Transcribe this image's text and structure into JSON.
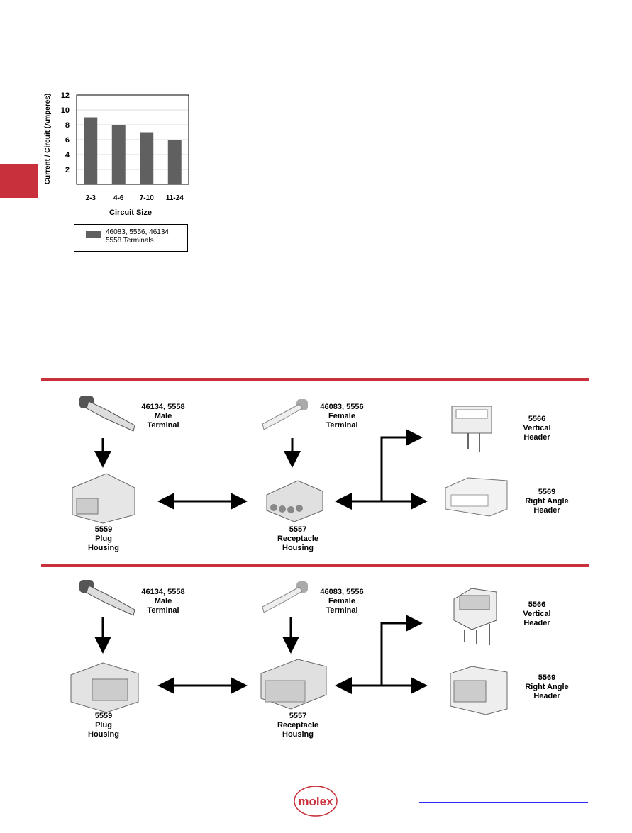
{
  "chart_data": {
    "type": "bar",
    "ylabel": "Current / Circuit (Amperes)",
    "xlabel": "Circuit Size",
    "categories": [
      "2-3",
      "4-6",
      "7-10",
      "11-24"
    ],
    "values": [
      9.0,
      8.0,
      7.0,
      6.0
    ],
    "ylim": [
      0,
      12
    ],
    "yticks": [
      2,
      4,
      6,
      8,
      10,
      12
    ],
    "grid": true,
    "bar_color": "#606060",
    "legend": {
      "placement": "below",
      "entries": [
        "46083, 5556, 46134,\n5558 Terminals"
      ]
    }
  },
  "colors": {
    "accent": "#c8303b",
    "link": "#2a2aff"
  },
  "diagram1": {
    "male_terminal": "46134, 5558\nMale\nTerminal",
    "female_terminal": "46083, 5556\nFemale\nTerminal",
    "vertical_header": "5566\nVertical\nHeader",
    "plug_housing": "5559\nPlug\nHousing",
    "receptacle_housing": "5557\nReceptacle\nHousing",
    "right_angle_header": "5569\nRight Angle\nHeader"
  },
  "diagram2": {
    "male_terminal": "46134, 5558\nMale\nTerminal",
    "female_terminal": "46083, 5556\nFemale\nTerminal",
    "vertical_header": "5566\nVertical\nHeader",
    "plug_housing": "5559\nPlug\nHousing",
    "receptacle_housing": "5557\nReceptacle\nHousing",
    "right_angle_header": "5569\nRight Angle\nHeader"
  },
  "footer": {
    "logo": "molex"
  }
}
